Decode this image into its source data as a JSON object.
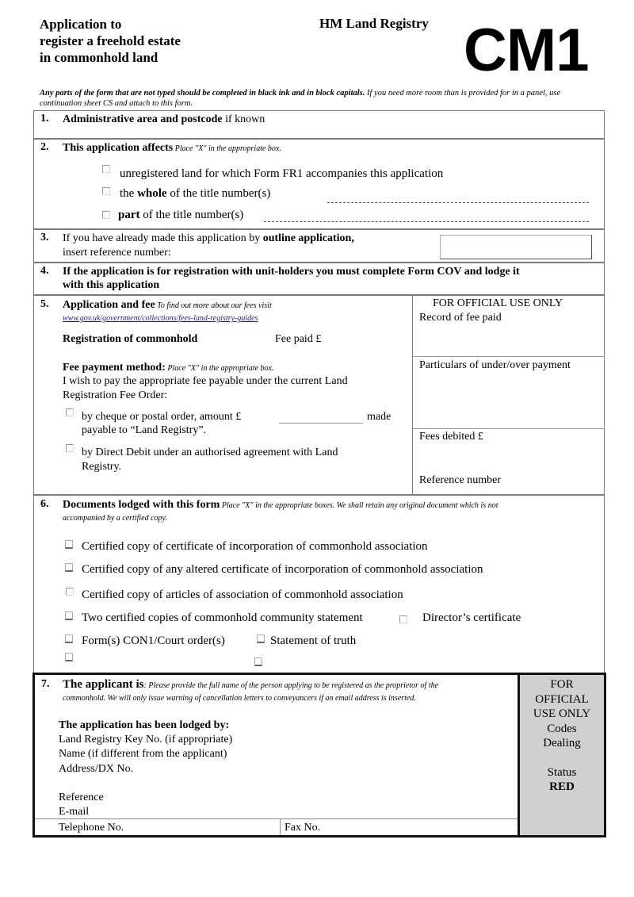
{
  "header": {
    "title_lines": [
      "Application to",
      "register a freehold estate",
      "in commonhold land"
    ],
    "registry": "HM Land Registry",
    "form_code": "CM1"
  },
  "instructions": {
    "bold_part": "Any parts of the form that are not typed should be completed in black ink and in block capitals.",
    "normal_part": " If you need more room than is provided for in a panel, use continuation sheet CS and attach to this form."
  },
  "panel1": {
    "number": "1.",
    "label_bold": "Administrative area and postcode",
    "label_rest": " if known"
  },
  "panel2": {
    "number": "2.",
    "label_bold": "This application affects",
    "hint": " Place \"X\" in the appropriate box.",
    "options": [
      {
        "pre": "",
        "bold": "",
        "text": "unregistered land for which Form FR1 accompanies this application"
      },
      {
        "pre": "the ",
        "bold": "whole",
        "text": " of the title number(s)"
      },
      {
        "pre": "",
        "bold": "part",
        "text": " of the title number(s)"
      }
    ]
  },
  "panel3": {
    "number": "3.",
    "line1_pre": "If you have already made this application by ",
    "line1_bold": "outline application,",
    "line2": "insert reference number:",
    "ref_value": ""
  },
  "panel4": {
    "number": "4.",
    "line1": "If the application is for registration with unit-holders you must complete Form COV and lodge it",
    "line2": "with this application"
  },
  "panel5": {
    "number": "5.",
    "label_bold": "Application and fee",
    "hint": " To find out more about our fees visit",
    "link": "www.gov.uk/government/collections/fees-land-registry-guides",
    "reg_label": "Registration of commonhold",
    "fee_paid": "Fee paid £",
    "method_bold": "Fee payment method:",
    "method_hint": " Place \"X\" in the appropriate box.",
    "wish_line1": "I wish to pay the appropriate fee payable under the current Land",
    "wish_line2": "Registration Fee Order:",
    "cheque_line1": "by cheque or postal order, amount £",
    "cheque_made": "made",
    "cheque_line2": "payable to “Land Registry”.",
    "dd_line1": "by Direct Debit under an authorised agreement with Land",
    "dd_line2": "Registry.",
    "official": {
      "heading": "FOR OFFICIAL USE ONLY",
      "record": "Record of fee paid",
      "particulars": "Particulars of under/over payment",
      "fees_debited": "Fees debited £",
      "reference": "Reference number"
    }
  },
  "panel6": {
    "number": "6.",
    "label_bold": "Documents lodged with this form",
    "hint_line1": " Place \"X\" in the appropriate boxes.  We shall retain any original document which is not",
    "hint_line2": "accompanied by a certified copy.",
    "docs": [
      "Certified copy of certificate of incorporation of commonhold association",
      "Certified copy of any altered certificate of incorporation of commonhold association",
      "Certified copy of articles of association of commonhold association",
      "Two certified copies of commonhold community statement",
      "Director’s certificate",
      "Form(s) CON1/Court order(s)",
      "Statement of truth"
    ]
  },
  "panel7": {
    "number": "7.",
    "label_bold": "The applicant is",
    "hint_line1": ": Please provide the full name of the person applying to be registered as the proprietor of the",
    "hint_line2": "commonhold. We will only issue warning of cancellation letters to conveyancers if an email address is inserted.",
    "lodged_by": "The application has been lodged by:",
    "fields": [
      "Land Registry Key No. (if appropriate)",
      "Name (if different from the applicant)",
      "Address/DX No."
    ],
    "reference": "Reference",
    "email": "E-mail",
    "telephone": "Telephone No.",
    "fax": "Fax No.",
    "official": {
      "lines": [
        "FOR",
        "OFFICIAL",
        "USE ONLY",
        "Codes",
        "Dealing"
      ],
      "status": "Status",
      "status_value": "RED"
    }
  }
}
